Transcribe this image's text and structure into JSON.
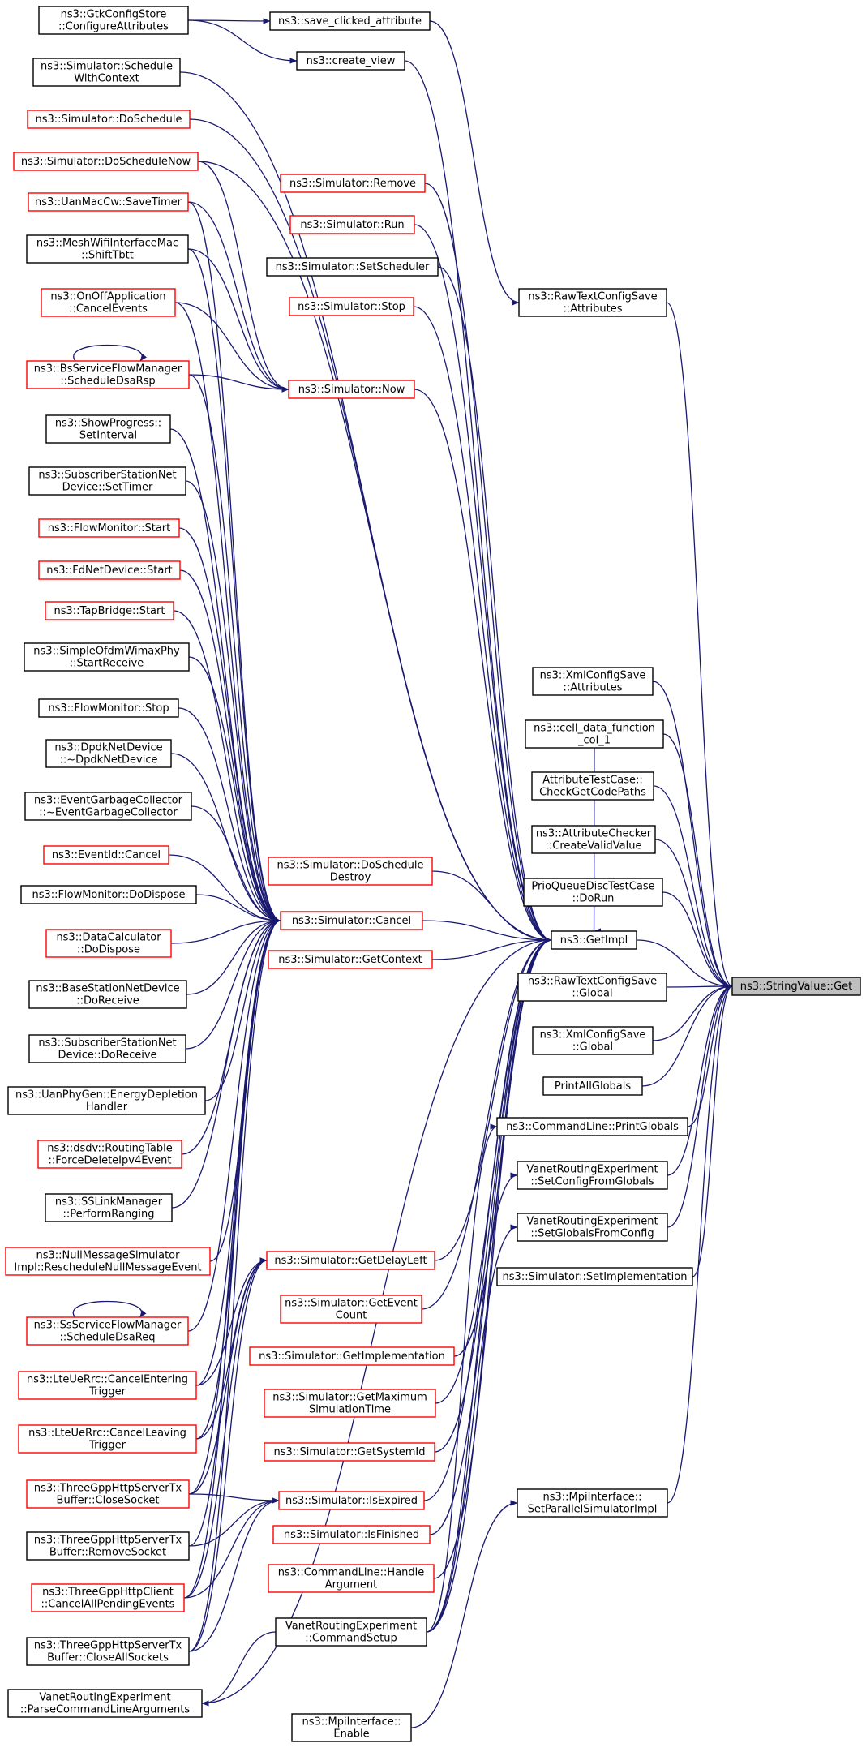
{
  "nodes": [
    {
      "id": "gtk",
      "lines": [
        "ns3::GtkConfigStore",
        "::ConfigureAttributes"
      ],
      "style": "black"
    },
    {
      "id": "save_clicked",
      "lines": [
        "ns3::save_clicked_attribute"
      ],
      "style": "black"
    },
    {
      "id": "create_view",
      "lines": [
        "ns3::create_view"
      ],
      "style": "black"
    },
    {
      "id": "sched_ctx",
      "lines": [
        "ns3::Simulator::Schedule",
        "WithContext"
      ],
      "style": "black"
    },
    {
      "id": "do_schedule",
      "lines": [
        "ns3::Simulator::DoSchedule"
      ],
      "style": "red"
    },
    {
      "id": "do_schedule_now",
      "lines": [
        "ns3::Simulator::DoScheduleNow"
      ],
      "style": "red"
    },
    {
      "id": "remove",
      "lines": [
        "ns3::Simulator::Remove"
      ],
      "style": "red"
    },
    {
      "id": "uan_save",
      "lines": [
        "ns3::UanMacCw::SaveTimer"
      ],
      "style": "red"
    },
    {
      "id": "run",
      "lines": [
        "ns3::Simulator::Run"
      ],
      "style": "red"
    },
    {
      "id": "mesh",
      "lines": [
        "ns3::MeshWifiInterfaceMac",
        "::ShiftTbtt"
      ],
      "style": "black"
    },
    {
      "id": "set_sched",
      "lines": [
        "ns3::Simulator::SetScheduler"
      ],
      "style": "black"
    },
    {
      "id": "raw_attr",
      "lines": [
        "ns3::RawTextConfigSave",
        "::Attributes"
      ],
      "style": "black"
    },
    {
      "id": "onoff",
      "lines": [
        "ns3::OnOffApplication",
        "::CancelEvents"
      ],
      "style": "red"
    },
    {
      "id": "stop",
      "lines": [
        "ns3::Simulator::Stop"
      ],
      "style": "red"
    },
    {
      "id": "bs_dsa",
      "lines": [
        "ns3::BsServiceFlowManager",
        "::ScheduleDsaRsp"
      ],
      "style": "red"
    },
    {
      "id": "now",
      "lines": [
        "ns3::Simulator::Now"
      ],
      "style": "red"
    },
    {
      "id": "showprog",
      "lines": [
        "ns3::ShowProgress::",
        "SetInterval"
      ],
      "style": "black"
    },
    {
      "id": "ss_timer",
      "lines": [
        "ns3::SubscriberStationNet",
        "Device::SetTimer"
      ],
      "style": "black"
    },
    {
      "id": "fm_start",
      "lines": [
        "ns3::FlowMonitor::Start"
      ],
      "style": "red"
    },
    {
      "id": "fd_start",
      "lines": [
        "ns3::FdNetDevice::Start"
      ],
      "style": "red"
    },
    {
      "id": "tap_start",
      "lines": [
        "ns3::TapBridge::Start"
      ],
      "style": "red"
    },
    {
      "id": "ofdm",
      "lines": [
        "ns3::SimpleOfdmWimaxPhy",
        "::StartReceive"
      ],
      "style": "black"
    },
    {
      "id": "xml_attr",
      "lines": [
        "ns3::XmlConfigSave",
        "::Attributes"
      ],
      "style": "black"
    },
    {
      "id": "fm_stop",
      "lines": [
        "ns3::FlowMonitor::Stop"
      ],
      "style": "black"
    },
    {
      "id": "cell_data",
      "lines": [
        "ns3::cell_data_function",
        "_col_1"
      ],
      "style": "black"
    },
    {
      "id": "dpdk",
      "lines": [
        "ns3::DpdkNetDevice",
        "::~DpdkNetDevice"
      ],
      "style": "black"
    },
    {
      "id": "attr_test",
      "lines": [
        "AttributeTestCase::",
        "CheckGetCodePaths"
      ],
      "style": "black"
    },
    {
      "id": "egc",
      "lines": [
        "ns3::EventGarbageCollector",
        "::~EventGarbageCollector"
      ],
      "style": "black"
    },
    {
      "id": "attr_checker",
      "lines": [
        "ns3::AttributeChecker",
        "::CreateValidValue"
      ],
      "style": "black"
    },
    {
      "id": "eventid_cancel",
      "lines": [
        "ns3::EventId::Cancel"
      ],
      "style": "red"
    },
    {
      "id": "do_sched_destroy",
      "lines": [
        "ns3::Simulator::DoSchedule",
        "Destroy"
      ],
      "style": "red"
    },
    {
      "id": "fm_dispose",
      "lines": [
        "ns3::FlowMonitor::DoDispose"
      ],
      "style": "black"
    },
    {
      "id": "prio",
      "lines": [
        "PrioQueueDiscTestCase",
        "::DoRun"
      ],
      "style": "black"
    },
    {
      "id": "cancel",
      "lines": [
        "ns3::Simulator::Cancel"
      ],
      "style": "red"
    },
    {
      "id": "data_calc",
      "lines": [
        "ns3::DataCalculator",
        "::DoDispose"
      ],
      "style": "red"
    },
    {
      "id": "getimpl",
      "lines": [
        "ns3::GetImpl"
      ],
      "style": "black"
    },
    {
      "id": "get_context",
      "lines": [
        "ns3::Simulator::GetContext"
      ],
      "style": "red"
    },
    {
      "id": "target",
      "lines": [
        "ns3::StringValue::Get"
      ],
      "style": "target"
    },
    {
      "id": "bs_receive",
      "lines": [
        "ns3::BaseStationNetDevice",
        "::DoReceive"
      ],
      "style": "black"
    },
    {
      "id": "raw_global",
      "lines": [
        "ns3::RawTextConfigSave",
        "::Global"
      ],
      "style": "black"
    },
    {
      "id": "xml_global",
      "lines": [
        "ns3::XmlConfigSave",
        "::Global"
      ],
      "style": "black"
    },
    {
      "id": "ss_receive",
      "lines": [
        "ns3::SubscriberStationNet",
        "Device::DoReceive"
      ],
      "style": "black"
    },
    {
      "id": "print_all",
      "lines": [
        "PrintAllGlobals"
      ],
      "style": "black"
    },
    {
      "id": "uanphy",
      "lines": [
        "ns3::UanPhyGen::EnergyDepletion",
        "Handler"
      ],
      "style": "black"
    },
    {
      "id": "cl_print",
      "lines": [
        "ns3::CommandLine::PrintGlobals"
      ],
      "style": "black"
    },
    {
      "id": "dsdv",
      "lines": [
        "ns3::dsdv::RoutingTable",
        "::ForceDeleteIpv4Event"
      ],
      "style": "red"
    },
    {
      "id": "vanet_cfg",
      "lines": [
        "VanetRoutingExperiment",
        "::SetConfigFromGlobals"
      ],
      "style": "black"
    },
    {
      "id": "sslink",
      "lines": [
        "ns3::SSLinkManager",
        "::PerformRanging"
      ],
      "style": "black"
    },
    {
      "id": "nullmsg",
      "lines": [
        "ns3::NullMessageSimulator",
        "Impl::RescheduleNullMessageEvent"
      ],
      "style": "red"
    },
    {
      "id": "vanet_glob",
      "lines": [
        "VanetRoutingExperiment",
        "::SetGlobalsFromConfig"
      ],
      "style": "black"
    },
    {
      "id": "delay_left",
      "lines": [
        "ns3::Simulator::GetDelayLeft"
      ],
      "style": "red"
    },
    {
      "id": "set_impl",
      "lines": [
        "ns3::Simulator::SetImplementation"
      ],
      "style": "black"
    },
    {
      "id": "ss_dsa",
      "lines": [
        "ns3::SsServiceFlowManager",
        "::ScheduleDsaReq"
      ],
      "style": "red"
    },
    {
      "id": "event_count",
      "lines": [
        "ns3::Simulator::GetEvent",
        "Count"
      ],
      "style": "red"
    },
    {
      "id": "lte_enter",
      "lines": [
        "ns3::LteUeRrc::CancelEntering",
        "Trigger"
      ],
      "style": "red"
    },
    {
      "id": "get_impl2",
      "lines": [
        "ns3::Simulator::GetImplementation"
      ],
      "style": "red"
    },
    {
      "id": "max_sim",
      "lines": [
        "ns3::Simulator::GetMaximum",
        "SimulationTime"
      ],
      "style": "red"
    },
    {
      "id": "lte_leave",
      "lines": [
        "ns3::LteUeRrc::CancelLeaving",
        "Trigger"
      ],
      "style": "red"
    },
    {
      "id": "sysid",
      "lines": [
        "ns3::Simulator::GetSystemId"
      ],
      "style": "red"
    },
    {
      "id": "http_close",
      "lines": [
        "ns3::ThreeGppHttpServerTx",
        "Buffer::CloseSocket"
      ],
      "style": "red"
    },
    {
      "id": "is_expired",
      "lines": [
        "ns3::Simulator::IsExpired"
      ],
      "style": "red"
    },
    {
      "id": "mpi_set",
      "lines": [
        "ns3::MpiInterface::",
        "SetParallelSimulatorImpl"
      ],
      "style": "black"
    },
    {
      "id": "is_finished",
      "lines": [
        "ns3::Simulator::IsFinished"
      ],
      "style": "red"
    },
    {
      "id": "http_remove",
      "lines": [
        "ns3::ThreeGppHttpServerTx",
        "Buffer::RemoveSocket"
      ],
      "style": "black"
    },
    {
      "id": "cl_handle",
      "lines": [
        "ns3::CommandLine::Handle",
        "Argument"
      ],
      "style": "red"
    },
    {
      "id": "http_client",
      "lines": [
        "ns3::ThreeGppHttpClient",
        "::CancelAllPendingEvents"
      ],
      "style": "red"
    },
    {
      "id": "vanet_cmd",
      "lines": [
        "VanetRoutingExperiment",
        "::CommandSetup"
      ],
      "style": "black"
    },
    {
      "id": "http_closeall",
      "lines": [
        "ns3::ThreeGppHttpServerTx",
        "Buffer::CloseAllSockets"
      ],
      "style": "black"
    },
    {
      "id": "vanet_parse",
      "lines": [
        "VanetRoutingExperiment",
        "::ParseCommandLineArguments"
      ],
      "style": "black"
    },
    {
      "id": "mpi_enable",
      "lines": [
        "ns3::MpiInterface::",
        "Enable"
      ],
      "style": "black"
    }
  ],
  "edges": [
    [
      "gtk",
      "save_clicked"
    ],
    [
      "gtk",
      "create_view"
    ],
    [
      "save_clicked",
      "raw_attr"
    ],
    [
      "create_view",
      "getimpl"
    ],
    [
      "sched_ctx",
      "getimpl"
    ],
    [
      "do_schedule",
      "getimpl"
    ],
    [
      "remove",
      "getimpl"
    ],
    [
      "run",
      "getimpl"
    ],
    [
      "set_sched",
      "getimpl"
    ],
    [
      "stop",
      "getimpl"
    ],
    [
      "now",
      "getimpl"
    ],
    [
      "cell_data",
      "getimpl"
    ],
    [
      "do_sched_destroy",
      "getimpl"
    ],
    [
      "cancel",
      "getimpl"
    ],
    [
      "get_context",
      "getimpl"
    ],
    [
      "delay_left",
      "getimpl"
    ],
    [
      "event_count",
      "getimpl"
    ],
    [
      "get_impl2",
      "getimpl"
    ],
    [
      "max_sim",
      "getimpl"
    ],
    [
      "sysid",
      "getimpl"
    ],
    [
      "is_expired",
      "getimpl"
    ],
    [
      "is_finished",
      "getimpl"
    ],
    [
      "cl_handle",
      "getimpl"
    ],
    [
      "vanet_cmd",
      "getimpl"
    ],
    [
      "vanet_parse",
      "getimpl"
    ],
    [
      "do_schedule_now",
      "getimpl"
    ],
    [
      "do_schedule_now",
      "now"
    ],
    [
      "uan_save",
      "now"
    ],
    [
      "mesh",
      "now"
    ],
    [
      "onoff",
      "now"
    ],
    [
      "bs_dsa",
      "now"
    ],
    [
      "uan_save",
      "cancel"
    ],
    [
      "mesh",
      "cancel"
    ],
    [
      "onoff",
      "cancel"
    ],
    [
      "bs_dsa",
      "cancel"
    ],
    [
      "showprog",
      "cancel"
    ],
    [
      "ss_timer",
      "cancel"
    ],
    [
      "fm_start",
      "cancel"
    ],
    [
      "fd_start",
      "cancel"
    ],
    [
      "tap_start",
      "cancel"
    ],
    [
      "ofdm",
      "cancel"
    ],
    [
      "fm_stop",
      "cancel"
    ],
    [
      "dpdk",
      "cancel"
    ],
    [
      "egc",
      "cancel"
    ],
    [
      "eventid_cancel",
      "cancel"
    ],
    [
      "fm_dispose",
      "cancel"
    ],
    [
      "data_calc",
      "cancel"
    ],
    [
      "bs_receive",
      "cancel"
    ],
    [
      "ss_receive",
      "cancel"
    ],
    [
      "uanphy",
      "cancel"
    ],
    [
      "dsdv",
      "cancel"
    ],
    [
      "sslink",
      "cancel"
    ],
    [
      "nullmsg",
      "cancel"
    ],
    [
      "ss_dsa",
      "cancel"
    ],
    [
      "lte_enter",
      "cancel"
    ],
    [
      "lte_leave",
      "cancel"
    ],
    [
      "http_close",
      "cancel"
    ],
    [
      "http_remove",
      "cancel"
    ],
    [
      "http_client",
      "cancel"
    ],
    [
      "http_closeall",
      "cancel"
    ],
    [
      "lte_enter",
      "delay_left"
    ],
    [
      "lte_leave",
      "delay_left"
    ],
    [
      "http_close",
      "delay_left"
    ],
    [
      "http_client",
      "delay_left"
    ],
    [
      "http_closeall",
      "delay_left"
    ],
    [
      "http_close",
      "is_expired"
    ],
    [
      "http_remove",
      "is_expired"
    ],
    [
      "http_client",
      "is_expired"
    ],
    [
      "http_closeall",
      "is_expired"
    ],
    [
      "vanet_cmd",
      "vanet_parse"
    ],
    [
      "raw_attr",
      "target"
    ],
    [
      "xml_attr",
      "target"
    ],
    [
      "cell_data",
      "target"
    ],
    [
      "attr_test",
      "target"
    ],
    [
      "attr_checker",
      "target"
    ],
    [
      "prio",
      "target"
    ],
    [
      "getimpl",
      "target"
    ],
    [
      "raw_global",
      "target"
    ],
    [
      "xml_global",
      "target"
    ],
    [
      "print_all",
      "target"
    ],
    [
      "cl_print",
      "target"
    ],
    [
      "vanet_cfg",
      "target"
    ],
    [
      "vanet_glob",
      "target"
    ],
    [
      "set_impl",
      "target"
    ],
    [
      "mpi_set",
      "target"
    ],
    [
      "mpi_enable",
      "mpi_set"
    ],
    [
      "vanet_cmd",
      "cl_print"
    ],
    [
      "vanet_cmd",
      "vanet_cfg"
    ],
    [
      "vanet_cmd",
      "vanet_glob"
    ]
  ],
  "loops": [
    "bs_dsa",
    "ss_dsa"
  ]
}
